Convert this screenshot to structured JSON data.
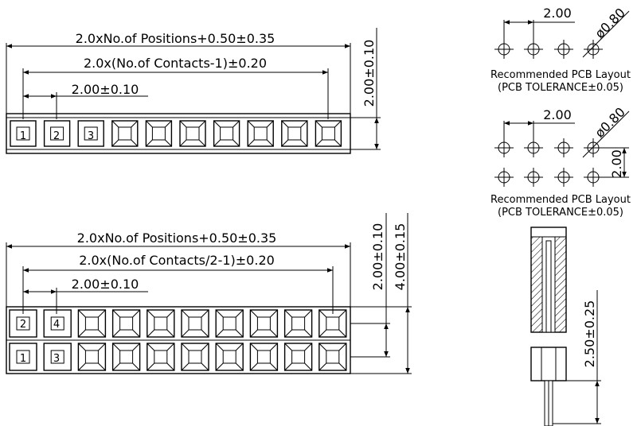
{
  "top_view": {
    "dim_length": "2.0xNo.of Positions+0.50±0.35",
    "dim_contacts": "2.0x(No.of Contacts-1)±0.20",
    "dim_pitch": "2.00±0.10",
    "dim_height": "2.00±0.10",
    "pins": [
      "1",
      "2",
      "3"
    ]
  },
  "double_row_view": {
    "dim_length": "2.0xNo.of Positions+0.50±0.35",
    "dim_contacts": "2.0x(No.of Contacts/2-1)±0.20",
    "dim_pitch": "2.00±0.10",
    "dim_row": "2.00±0.10",
    "dim_height": "4.00±0.15",
    "pins_top": [
      "2",
      "4"
    ],
    "pins_bottom": [
      "1",
      "3"
    ]
  },
  "pcb_single": {
    "pitch": "2.00",
    "hole": "ø0.80",
    "caption": "Recommended PCB Layout",
    "tolerance": "(PCB TOLERANCE±0.05)"
  },
  "pcb_double": {
    "pitch": "2.00",
    "hole": "ø0.80",
    "row_pitch": "2.00",
    "caption": "Recommended PCB Layout",
    "tolerance": "(PCB TOLERANCE±0.05)"
  },
  "side_view": {
    "dim_pin": "2.50±0.25"
  }
}
